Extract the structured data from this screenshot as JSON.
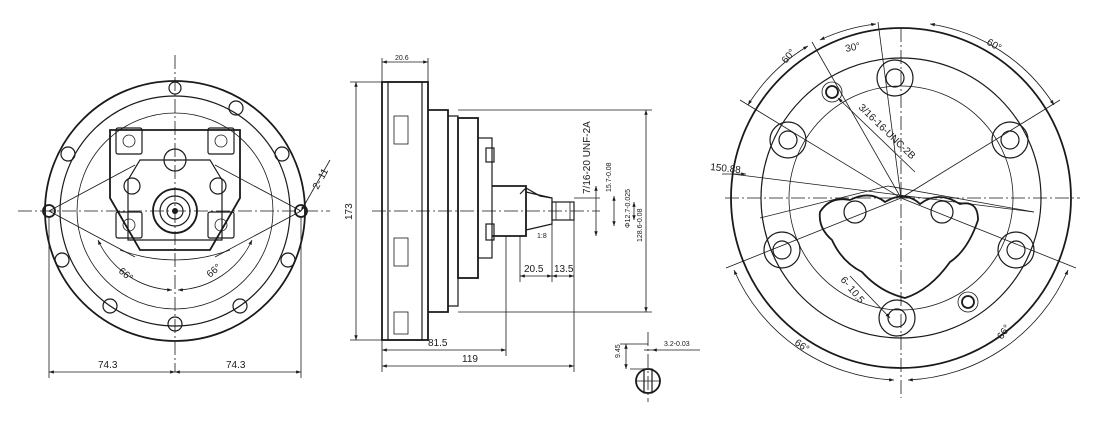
{
  "front_view": {
    "dim_left": "74.3",
    "dim_right": "74.3",
    "angle_left": "66°",
    "angle_right": "66°",
    "callout_holes": "2- 11"
  },
  "side_view": {
    "dim_top": "20.6",
    "dim_height": "173",
    "dim_81": "81.5",
    "dim_119": "119",
    "dim_20": "20.5",
    "dim_13": "13.5",
    "thread_port": "7/16-20 UNF-2A",
    "dia_15": "15.7-0.08",
    "dia_shaft": "Φ12.7-0.025",
    "dia_pilot": "128.6-0.08",
    "taper": "1:8"
  },
  "key_detail": {
    "dim_945": "9.45",
    "dim_32": "3.2-0.03"
  },
  "rear_view": {
    "angle_30": "30°",
    "angle_60_left": "60°",
    "angle_60_right": "60°",
    "angle_66_left": "66°",
    "angle_66_right": "66°",
    "bolt_circle": "150.88",
    "thread_holes": "3/16-16-UNC-2B",
    "callout_105": "6- 10.5"
  }
}
